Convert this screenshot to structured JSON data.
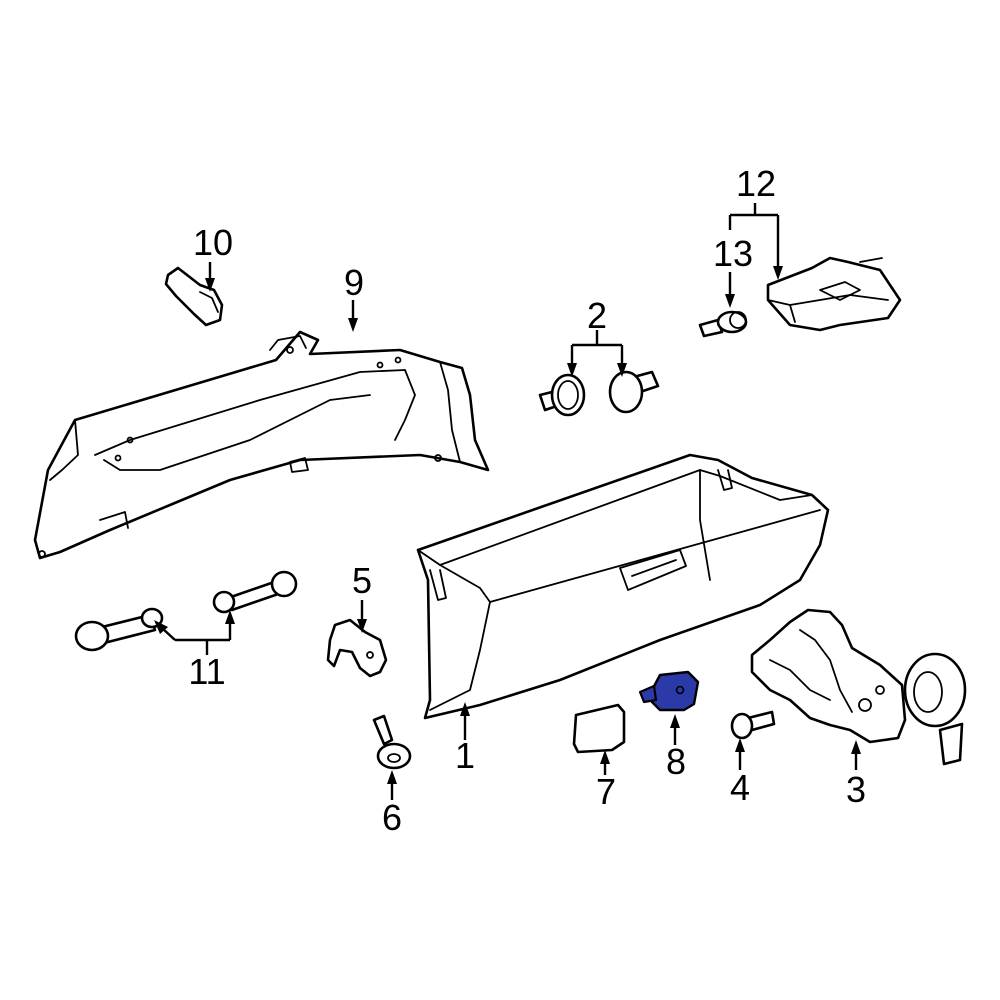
{
  "diagram": {
    "highlight_color": "#2b3aa8",
    "line_color": "#000000",
    "background": "#ffffff",
    "callouts": [
      {
        "key": "c1",
        "label": "1"
      },
      {
        "key": "c2",
        "label": "2"
      },
      {
        "key": "c3",
        "label": "3"
      },
      {
        "key": "c4",
        "label": "4"
      },
      {
        "key": "c5",
        "label": "5"
      },
      {
        "key": "c6",
        "label": "6"
      },
      {
        "key": "c7",
        "label": "7"
      },
      {
        "key": "c8",
        "label": "8"
      },
      {
        "key": "c9",
        "label": "9"
      },
      {
        "key": "c10",
        "label": "10"
      },
      {
        "key": "c11",
        "label": "11"
      },
      {
        "key": "c12",
        "label": "12"
      },
      {
        "key": "c13",
        "label": "13"
      }
    ],
    "highlighted_part": "8"
  }
}
